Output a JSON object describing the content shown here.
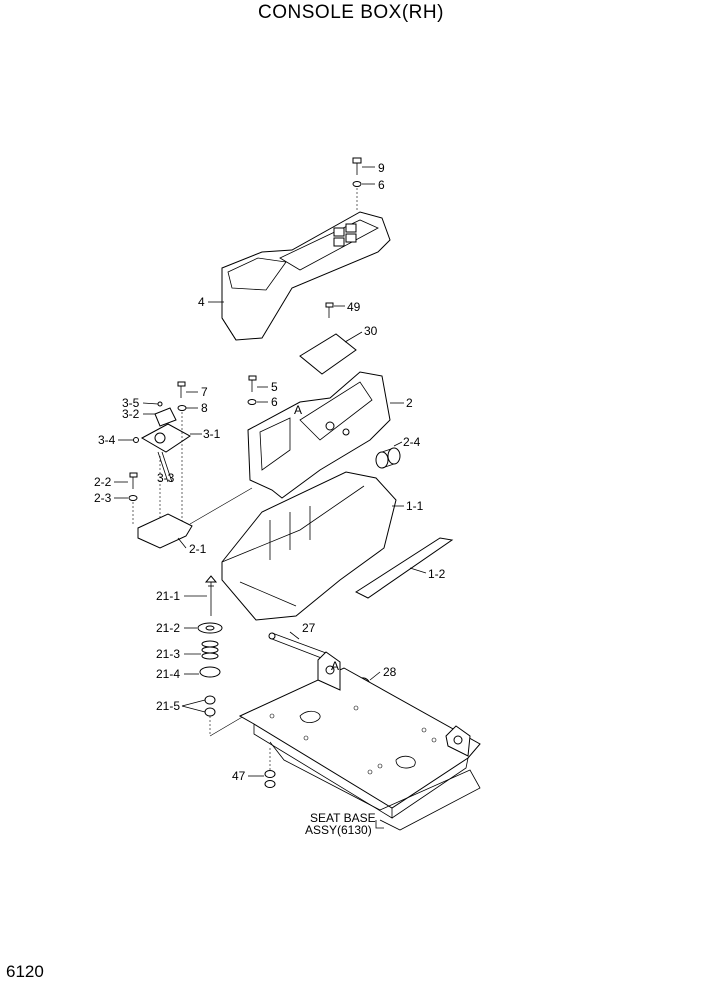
{
  "title": "CONSOLE BOX(RH)",
  "page_number": "6120",
  "note": [
    "SEAT BASE",
    "ASSY(6130)"
  ],
  "ref_letter": "A",
  "callouts": [
    "9",
    "6",
    "4",
    "49",
    "30",
    "2",
    "7",
    "8",
    "5",
    "6",
    "3-5",
    "3-2",
    "3-1",
    "3-4",
    "A",
    "2-4",
    "2-2",
    "2-3",
    "3-3",
    "1-1",
    "2-1",
    "1-2",
    "21-1",
    "21-2",
    "21-3",
    "21-4",
    "27",
    "A",
    "28",
    "21-5",
    "47"
  ]
}
